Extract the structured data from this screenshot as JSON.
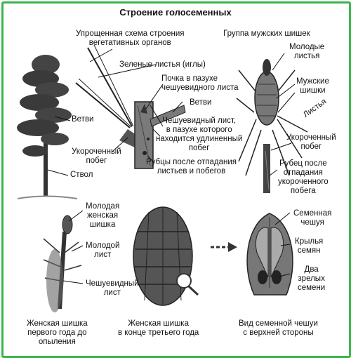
{
  "title": "Строение голосеменных",
  "labels": {
    "scheme": "Упрощенная схема строения\nвегетативных органов",
    "green_leaves": "Зеленые листья (иглы)",
    "bud": "Почка в пазухе\nчешуевидного листа",
    "branches_left": "Ветви",
    "branches_mid": "Ветви",
    "trunk": "Ствол",
    "short_shoot_left": "Укороченный\nпобег",
    "scale_leaf": "Чешуевидный лист,\nв пазухе которого\nнаходится удлиненный\nпобег",
    "scars": "Рубцы после отпадания\nлистьев и побегов",
    "male_group": "Группа мужских шишек",
    "young_leaves": "Молодые\nлистья",
    "male_cones": "Мужские\nшишки",
    "leaves": "Листья",
    "short_shoot_right": "Укороченный\nпобег",
    "scar_right": "Рубец после\nотпадания\nукороченного\nпобега",
    "young_female": "Молодая\nженская\nшишка",
    "young_leaf": "Молодой\nлист",
    "scale_leaf_small": "Чешуевидный\nлист",
    "female_first_year": "Женская шишка\nпервого года до\nопыления",
    "female_third_year": "Женская шишка\nв конце третьего года",
    "seed_scale_view": "Вид семенной чешуи\nс верхней стороны",
    "seed_scale": "Семенная\nчешуя",
    "wings": "Крылья\nсемян",
    "two_seeds": "Два\nзрелых\nсемени"
  }
}
